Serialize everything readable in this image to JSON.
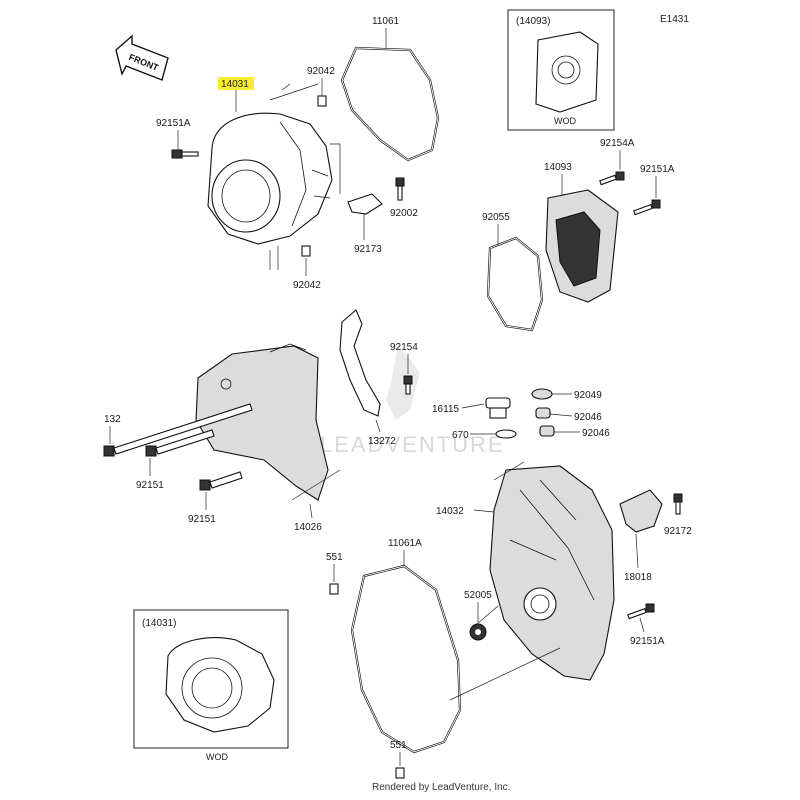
{
  "diagram": {
    "code": "E1431",
    "front_label": "FRONT",
    "variant_label": "WOD",
    "watermark": "LEADVENTURE",
    "credit": "Rendered by LeadVenture, Inc.",
    "highlight_color": "#f5ee30",
    "parts": {
      "p11061": "11061",
      "p14093_box": "(14093)",
      "p14031_hl": "14031",
      "p92042_top": "92042",
      "p92151A_top": "92151A",
      "p92002": "92002",
      "p92173": "92173",
      "p92042_bot": "92042",
      "p92154A": "92154A",
      "p14093": "14093",
      "p92151A_right": "92151A",
      "p92055": "92055",
      "p92154": "92154",
      "p132": "132",
      "p92049": "92049",
      "p16115": "16115",
      "p92046_a": "92046",
      "p670": "670",
      "p92046_b": "92046",
      "p13272": "13272",
      "p92151_a": "92151",
      "p92151_b": "92151",
      "p14026": "14026",
      "p14032": "14032",
      "p92172": "92172",
      "p551_top": "551",
      "p11061A": "11061A",
      "p18018": "18018",
      "p14031_box": "(14031)",
      "p52005": "52005",
      "p92151A_bot": "92151A",
      "p551_bot": "551"
    }
  }
}
